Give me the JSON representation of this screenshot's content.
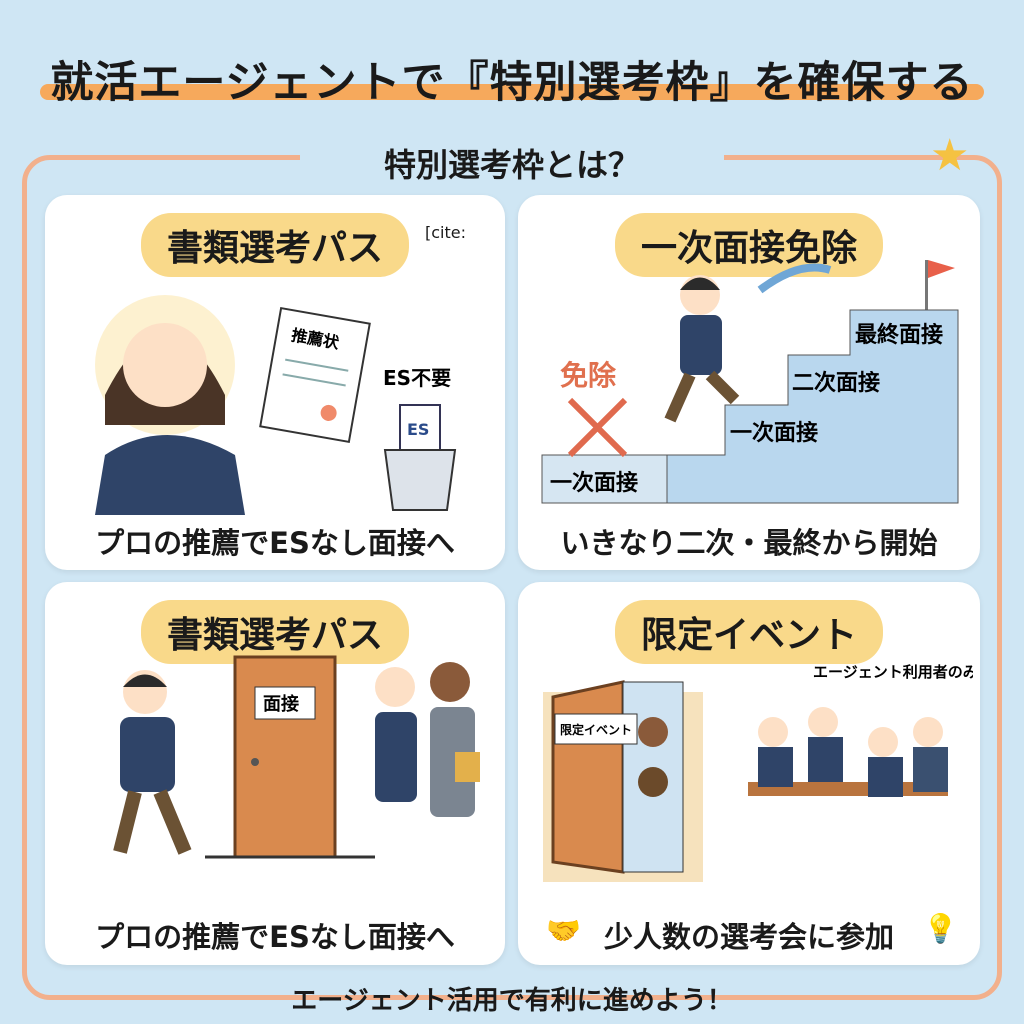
{
  "title": "就活エージェントで『特別選考枠』を確保する",
  "subtitle": "特別選考枠とは？",
  "cards": [
    {
      "heading": "書類選考パス",
      "caption": "プロの推薦でESなし面接へ",
      "stray_text": "[cite:",
      "letter_label": "推薦状",
      "es_note": "ES不要",
      "trash_doc_label": "ES"
    },
    {
      "heading": "一次面接免除",
      "caption": "いきなり二次・最終から開始",
      "exempt_label": "免除",
      "steps": [
        "一次面接",
        "一次面接",
        "二次面接",
        "最終面接"
      ]
    },
    {
      "heading": "書類選考パス",
      "caption": "プロの推薦でESなし面接へ",
      "door_label": "面接"
    },
    {
      "heading": "限定イベント",
      "caption": "少人数の選考会に参加",
      "door_label": "限定イベント",
      "note": "エージェント利用者のみ"
    }
  ],
  "footer": "エージェント活用で有利に進めよう！",
  "colors": {
    "background": "#cfe6f4",
    "highlight": "#f6a95c",
    "pill": "#f9d98a",
    "stairs": "#b9d7ee",
    "cross": "#e06a4e"
  }
}
